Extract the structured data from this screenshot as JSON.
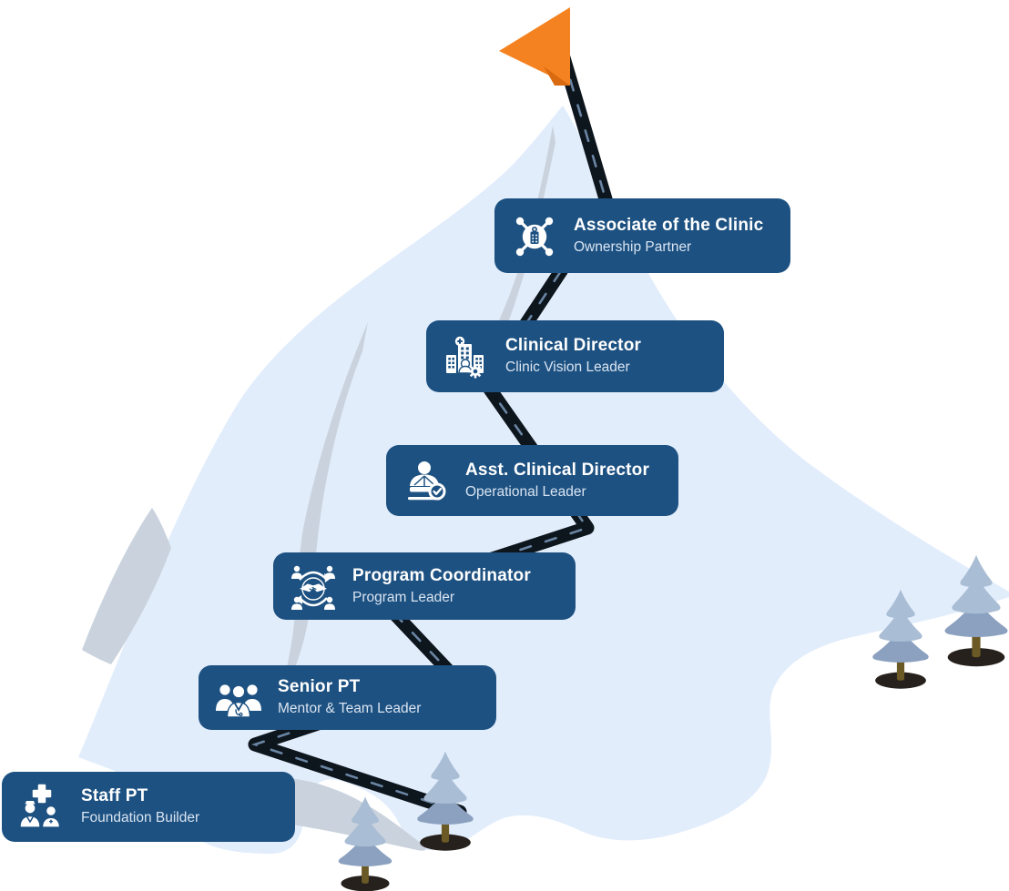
{
  "diagram": {
    "type": "career-ladder-mountain",
    "flag_icon": "summit-flag-icon",
    "colors": {
      "badge_bg": "#1D5181",
      "badge_title": "#FFFFFF",
      "badge_subtitle": "#D9E4F1",
      "mountain": "#E2EDFC",
      "ridge_shading": "#C9D2DD",
      "road": "#0D151D",
      "road_dashes": "#6A85A3",
      "flag": "#F58220",
      "tree_foliage_light": "#A9BDD4",
      "tree_foliage_dark": "#8BA1BF",
      "tree_trunk": "#6B5A26",
      "tree_shadow": "#26211D"
    }
  },
  "levels": [
    {
      "title": "Staff PT",
      "subtitle": "Foundation Builder",
      "icon": "medical-staff-icon"
    },
    {
      "title": "Senior PT",
      "subtitle": "Mentor & Team Leader",
      "icon": "medical-team-icon"
    },
    {
      "title": "Program Coordinator",
      "subtitle": "Program Leader",
      "icon": "collaboration-icon"
    },
    {
      "title": "Asst. Clinical Director",
      "subtitle": "Operational Leader",
      "icon": "supervisor-check-icon"
    },
    {
      "title": "Clinical Director",
      "subtitle": "Clinic Vision Leader",
      "icon": "clinic-building-icon"
    },
    {
      "title": "Associate of the Clinic",
      "subtitle": "Ownership Partner",
      "icon": "network-clinic-icon"
    }
  ]
}
